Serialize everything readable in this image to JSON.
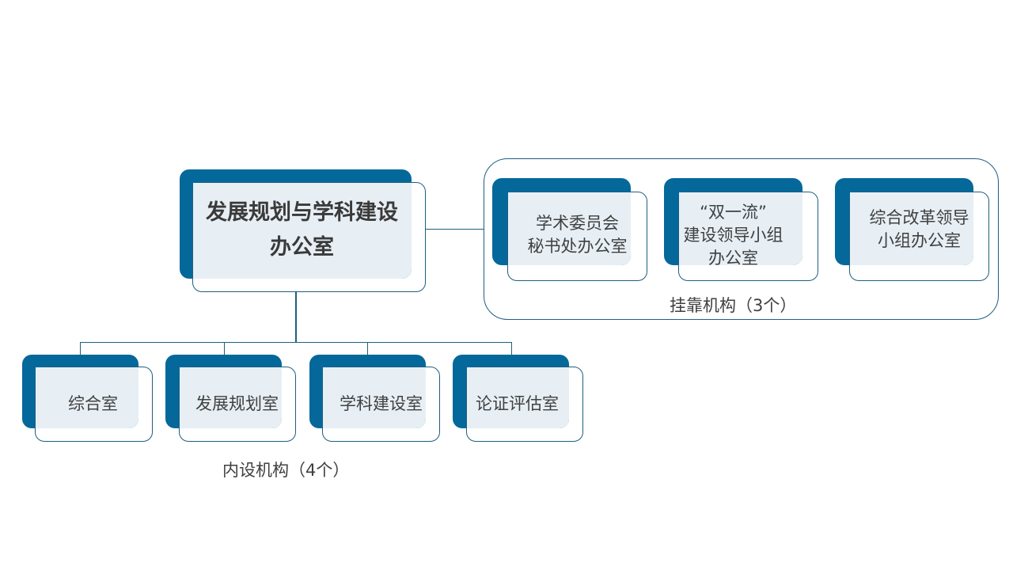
{
  "main": {
    "title": "发展规划与学科建设\n办公室"
  },
  "affiliated": {
    "label": "挂靠机构（3个）",
    "items": [
      "学术委员会\n秘书处办公室",
      "“双一流”\n建设领导小组\n办公室",
      "综合改革领导\n小组办公室"
    ]
  },
  "internal": {
    "label": "内设机构（4个）",
    "items": [
      "综合室",
      "发展规划室",
      "学科建设室",
      "论证评估室"
    ]
  },
  "colors": {
    "accent": "#04689a",
    "fill": "#e7eff5",
    "line": "#1f5f80"
  }
}
